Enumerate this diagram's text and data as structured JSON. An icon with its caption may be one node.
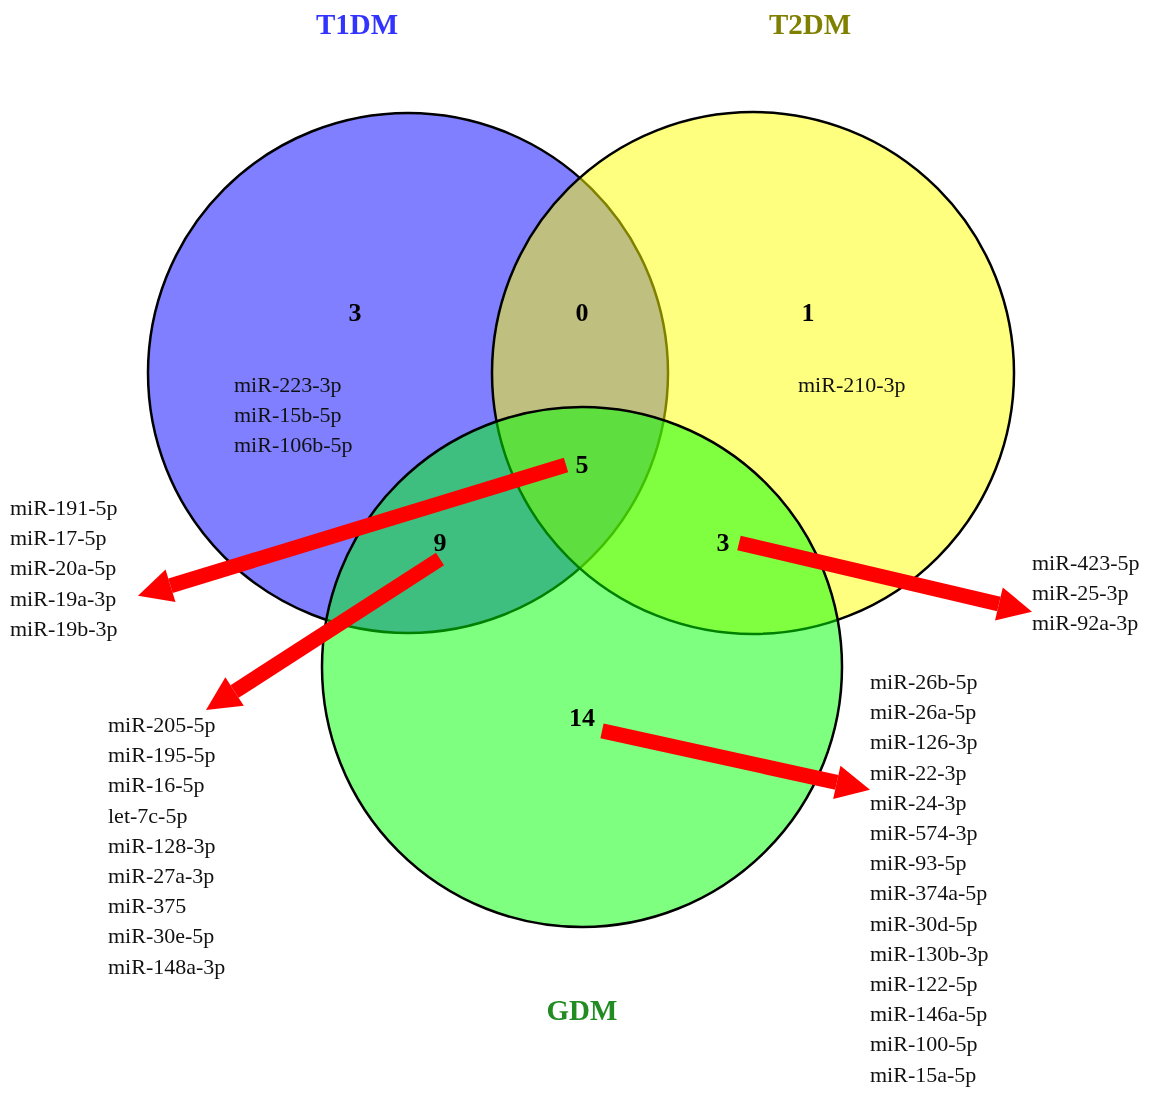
{
  "diagram": {
    "nodes": [
      {
        "text": [
          "T1DM"
        ]
      },
      {
        "text": [
          "T2DM"
        ]
      },
      {
        "text": [
          "GDM"
        ]
      },
      {
        "text": [
          "3"
        ],
        "in": 0
      },
      {
        "text": [
          "0"
        ]
      },
      {
        "text": [
          "1"
        ],
        "in": 1
      },
      {
        "text": [
          "miR-223-3p miR-15b-5p miR-106b-5p"
        ],
        "in": 0
      },
      {
        "text": [
          "miR-210-3p"
        ],
        "in": 1
      },
      {
        "text": [
          "5"
        ]
      },
      {
        "text": [
          "9"
        ]
      },
      {
        "text": [
          "3"
        ]
      },
      {
        "text": [
          "14"
        ],
        "in": 2
      },
      {
        "text": [
          "miR-191-5p miR-17-5p miR-20a-5p miR-19a-3p miR-19b-3p"
        ]
      },
      {
        "text": [
          "miR-205-5p miR-195-5p miR-16-5p let-7c-5p miR-128-3p miR-27a-3p miR-375 miR-30e-5p miR-148a-3p"
        ]
      },
      {
        "text": [
          "miR-423-5p miR-25-3p miR-92a-3p"
        ]
      },
      {
        "text": [
          "miR-26b-5p miR-26a-5p miR-126-3p miR-22-3p miR-24-3p miR-574-3p miR-93-5p miR-374a-5p miR-30d-5p miR-130b-3p miR-122-5p miR-146a-5p miR-100-5p miR-15a-5p"
        ]
      }
    ],
    "edges": [
      {
        "from": 8,
        "to": 12,
        "arrow": "to"
      },
      {
        "from": 9,
        "to": 13,
        "arrow": "to"
      },
      {
        "from": 10,
        "to": 14,
        "arrow": "to"
      },
      {
        "from": 11,
        "to": 15,
        "arrow": "to"
      }
    ]
  }
}
